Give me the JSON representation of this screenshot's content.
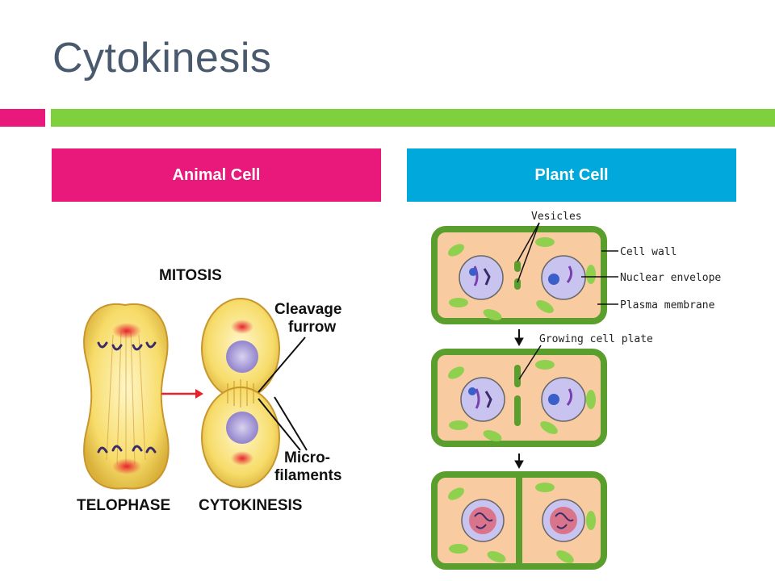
{
  "slide": {
    "title": "Cytokinesis",
    "colors": {
      "pink": "#e8197b",
      "green": "#7ed13c",
      "blue": "#00a8dc",
      "title": "#4a5a6e"
    }
  },
  "headers": {
    "animal": "Animal Cell",
    "plant": "Plant Cell"
  },
  "animal_figure": {
    "heading": "MITOSIS",
    "cleavage": [
      "Cleavage",
      "furrow"
    ],
    "micro": [
      "Micro-",
      "filaments"
    ],
    "telophase": "TELOPHASE",
    "cytokinesis": "CYTOKINESIS"
  },
  "plant_figure": {
    "vesicles": "Vesicles",
    "cell_wall": "Cell wall",
    "nuclear_envelope": "Nuclear envelope",
    "plasma_membrane": "Plasma membrane",
    "growing_plate": "Growing cell plate"
  }
}
